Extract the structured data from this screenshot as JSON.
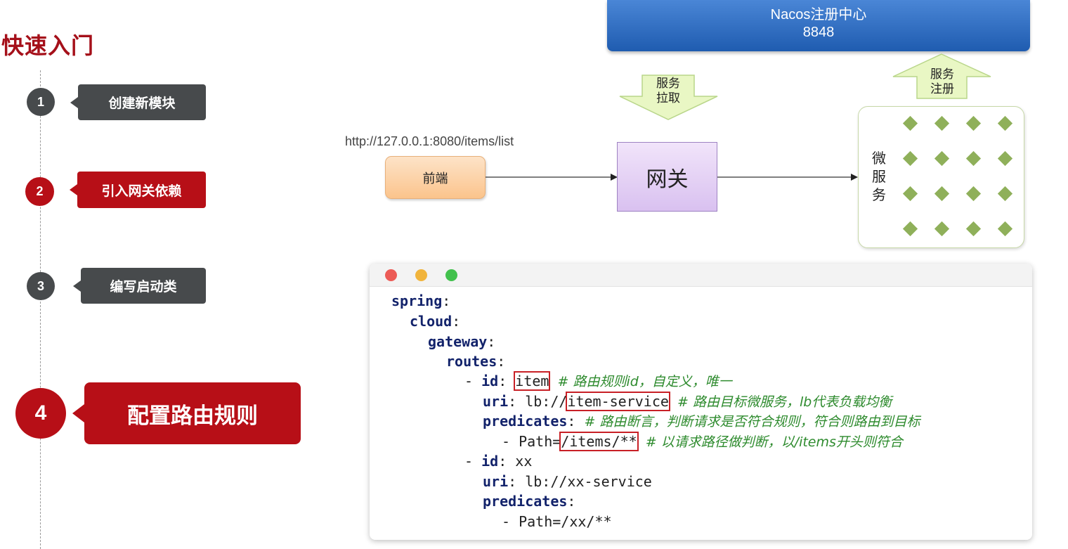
{
  "page": {
    "title": "快速入门"
  },
  "steps": [
    {
      "num": "1",
      "label": "创建新模块"
    },
    {
      "num": "2",
      "label": "引入网关依赖"
    },
    {
      "num": "3",
      "label": "编写启动类"
    },
    {
      "num": "4",
      "label": "配置路由规则"
    }
  ],
  "diagram": {
    "nacos": {
      "line1": "Nacos注册中心",
      "line2": "8848"
    },
    "pull_arrow": {
      "line1": "服务",
      "line2": "拉取"
    },
    "register_arrow": {
      "line1": "服务",
      "line2": "注册"
    },
    "url": "http://127.0.0.1:8080/items/list",
    "frontend": "前端",
    "gateway": "网关",
    "microservices": [
      "微",
      "服",
      "务"
    ],
    "colors": {
      "nacos": "#2a67bd",
      "frontend": "#fbc48c",
      "gateway": "#d9c1f0",
      "arrow": "#e9f7c4",
      "diamond": "#8fb05a",
      "accent": "#b70f17"
    }
  },
  "code": {
    "spring": "spring",
    "cloud": "cloud",
    "gateway": "gateway",
    "routes": "routes",
    "route1": {
      "dash": "- ",
      "id_key": "id",
      "id_value": "item",
      "id_comment": "# 路由规则id，自定义，唯一",
      "uri_key": "uri",
      "uri_prefix": "lb://",
      "uri_value": "item-service",
      "uri_comment": "# 路由目标微服务，lb代表负载均衡",
      "predicates_key": "predicates",
      "predicates_comment": "# 路由断言，判断请求是否符合规则，符合则路由到目标",
      "path_prefix": "- Path=",
      "path_value": "/items/**",
      "path_comment": "# 以请求路径做判断，以/items开头则符合"
    },
    "route2": {
      "dash": "- ",
      "id_key": "id",
      "id_value": "xx",
      "uri_key": "uri",
      "uri_value": "lb://xx-service",
      "predicates_key": "predicates",
      "path": "- Path=/xx/**"
    }
  }
}
